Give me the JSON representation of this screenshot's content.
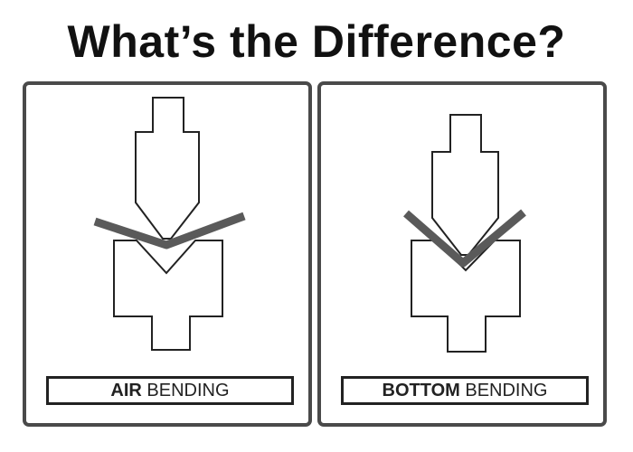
{
  "title": "What’s the Difference?",
  "panels": [
    {
      "label_bold": "AIR",
      "label_rest": " BENDING"
    },
    {
      "label_bold": "BOTTOM",
      "label_rest": " BENDING"
    }
  ],
  "colors": {
    "sheet": "#5a5a5a",
    "tool_stroke": "#222222",
    "panel_border": "#4a4a4a"
  }
}
